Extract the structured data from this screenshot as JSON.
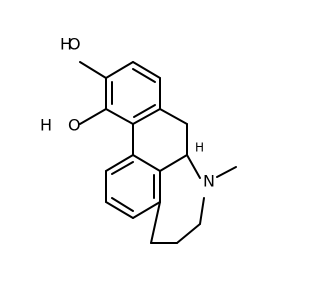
{
  "structure": {
    "atom_labels": {
      "oh_top_o": "O",
      "oh_top_h": "H",
      "oh_bottom_o": "O",
      "oh_bottom_h": "H",
      "amine_n": "N",
      "stereo_h": "H"
    },
    "colors": {
      "bond": "#000000",
      "background": "#ffffff"
    }
  }
}
